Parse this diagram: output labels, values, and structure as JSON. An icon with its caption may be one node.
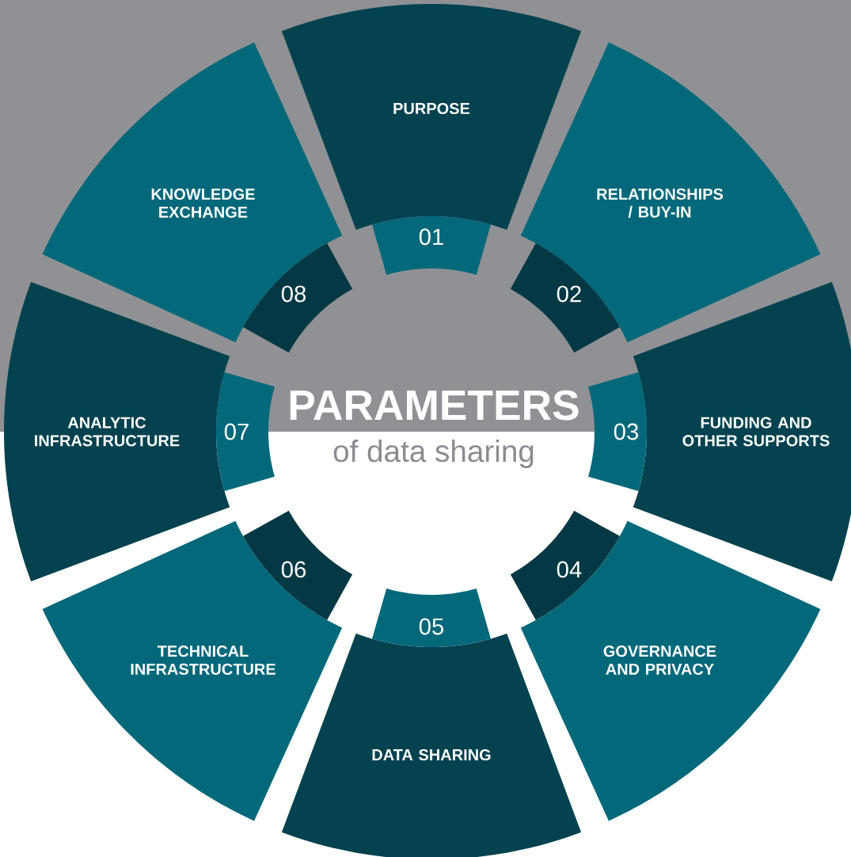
{
  "diagram": {
    "nodes": [
      {
        "text": [
          "PURPOSE"
        ]
      },
      {
        "text": [
          "RELATIONSHIPS / BUY-IN"
        ]
      },
      {
        "text": [
          "FUNDING AND OTHER SUPPORTS"
        ]
      },
      {
        "text": [
          "GOVERNANCE AND PRIVACY"
        ]
      },
      {
        "text": [
          "DATA SHARING"
        ]
      },
      {
        "text": [
          "TECHNICAL INFRASTRUCTURE"
        ]
      },
      {
        "text": [
          "ANALYTIC INFRASTRUCTURE"
        ]
      },
      {
        "text": [
          "KNOWLEDGE EXCHANGE"
        ]
      },
      {
        "text": [
          "01"
        ]
      },
      {
        "text": [
          "02"
        ]
      },
      {
        "text": [
          "03"
        ]
      },
      {
        "text": [
          "04"
        ]
      },
      {
        "text": [
          "05"
        ]
      },
      {
        "text": [
          "06"
        ]
      },
      {
        "text": [
          "07"
        ]
      },
      {
        "text": [
          "08"
        ]
      }
    ],
    "labels": [
      "PARAMETERS",
      "of data sharing"
    ]
  }
}
